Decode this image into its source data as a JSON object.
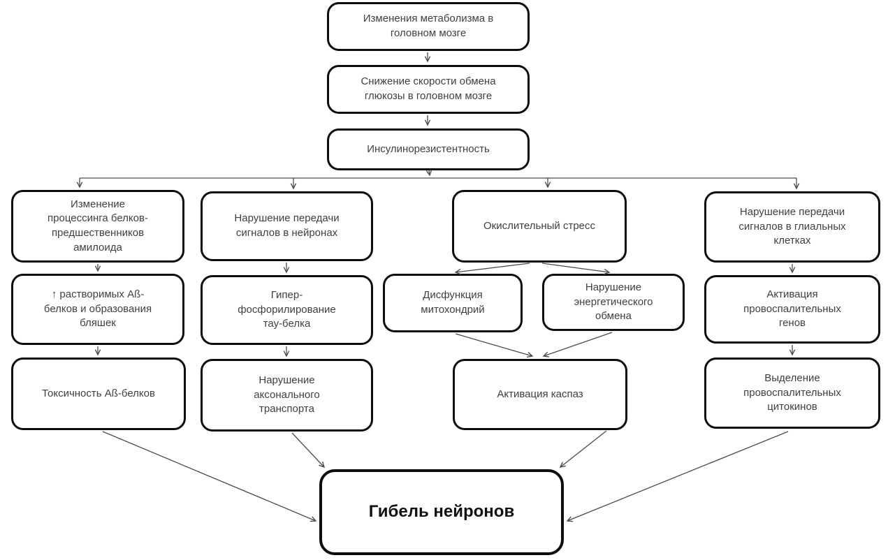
{
  "diagram": {
    "type": "flowchart",
    "language": "ru",
    "background_color": "#ffffff",
    "box_fill_color": "#ffffff",
    "box_border_color": "#0d0d0d",
    "text_color": "#3f3f3f",
    "arrow_color": "#4a4a4a",
    "final_node_text_color": "#111111",
    "nodes": [
      {
        "id": "metabolism-changes",
        "label": "Изменения метаболизма в\nголовном мозге"
      },
      {
        "id": "glucose-metabolism-decline",
        "label": "Снижение скорости обмена\nглюкозы в головном мозге"
      },
      {
        "id": "insulin-resistance",
        "label": "Инсулинорезистентность"
      },
      {
        "id": "app-processing-change",
        "label": "Изменение\nпроцессинга белков-\nпредшественников\nамилоида"
      },
      {
        "id": "soluble-ab-increase",
        "label": "↑ растворимых Aß-\nбелков и образования\nбляшек"
      },
      {
        "id": "ab-toxicity",
        "label": "Токсичность Aß-белков"
      },
      {
        "id": "neuron-signaling-disruption",
        "label": "Нарушение передачи\nсигналов в нейронах"
      },
      {
        "id": "tau-hyperphosphorylation",
        "label": "Гипер-\nфосфорилирование\nтау-белка"
      },
      {
        "id": "axonal-transport-disruption",
        "label": "Нарушение\nаксонального\nтранспорта"
      },
      {
        "id": "oxidative-stress",
        "label": "Окислительный стресс"
      },
      {
        "id": "mitochondrial-dysfunction",
        "label": "Дисфункция\nмитохондрий"
      },
      {
        "id": "energy-metabolism-disruption",
        "label": "Нарушение\nэнергетического\nобмена"
      },
      {
        "id": "caspase-activation",
        "label": "Активация каспаз"
      },
      {
        "id": "glial-signaling-disruption",
        "label": "Нарушение передачи\nсигналов в глиальных\nклетках"
      },
      {
        "id": "proinflammatory-genes-activation",
        "label": "Активация\nпровоспалительных\nгенов"
      },
      {
        "id": "proinflammatory-cytokines-release",
        "label": "Выделение\nпровоспалительных\nцитокинов"
      },
      {
        "id": "neuron-death",
        "label": "Гибель нейронов"
      }
    ],
    "edges": [
      {
        "from": "metabolism-changes",
        "to": "glucose-metabolism-decline"
      },
      {
        "from": "glucose-metabolism-decline",
        "to": "insulin-resistance"
      },
      {
        "from": "insulin-resistance",
        "to": "app-processing-change"
      },
      {
        "from": "insulin-resistance",
        "to": "neuron-signaling-disruption"
      },
      {
        "from": "insulin-resistance",
        "to": "oxidative-stress"
      },
      {
        "from": "insulin-resistance",
        "to": "glial-signaling-disruption"
      },
      {
        "from": "app-processing-change",
        "to": "soluble-ab-increase"
      },
      {
        "from": "soluble-ab-increase",
        "to": "ab-toxicity"
      },
      {
        "from": "neuron-signaling-disruption",
        "to": "tau-hyperphosphorylation"
      },
      {
        "from": "tau-hyperphosphorylation",
        "to": "axonal-transport-disruption"
      },
      {
        "from": "oxidative-stress",
        "to": "mitochondrial-dysfunction"
      },
      {
        "from": "oxidative-stress",
        "to": "energy-metabolism-disruption"
      },
      {
        "from": "mitochondrial-dysfunction",
        "to": "caspase-activation"
      },
      {
        "from": "energy-metabolism-disruption",
        "to": "caspase-activation"
      },
      {
        "from": "glial-signaling-disruption",
        "to": "proinflammatory-genes-activation"
      },
      {
        "from": "proinflammatory-genes-activation",
        "to": "proinflammatory-cytokines-release"
      },
      {
        "from": "ab-toxicity",
        "to": "neuron-death"
      },
      {
        "from": "axonal-transport-disruption",
        "to": "neuron-death"
      },
      {
        "from": "caspase-activation",
        "to": "neuron-death"
      },
      {
        "from": "proinflammatory-cytokines-release",
        "to": "neuron-death"
      }
    ]
  }
}
